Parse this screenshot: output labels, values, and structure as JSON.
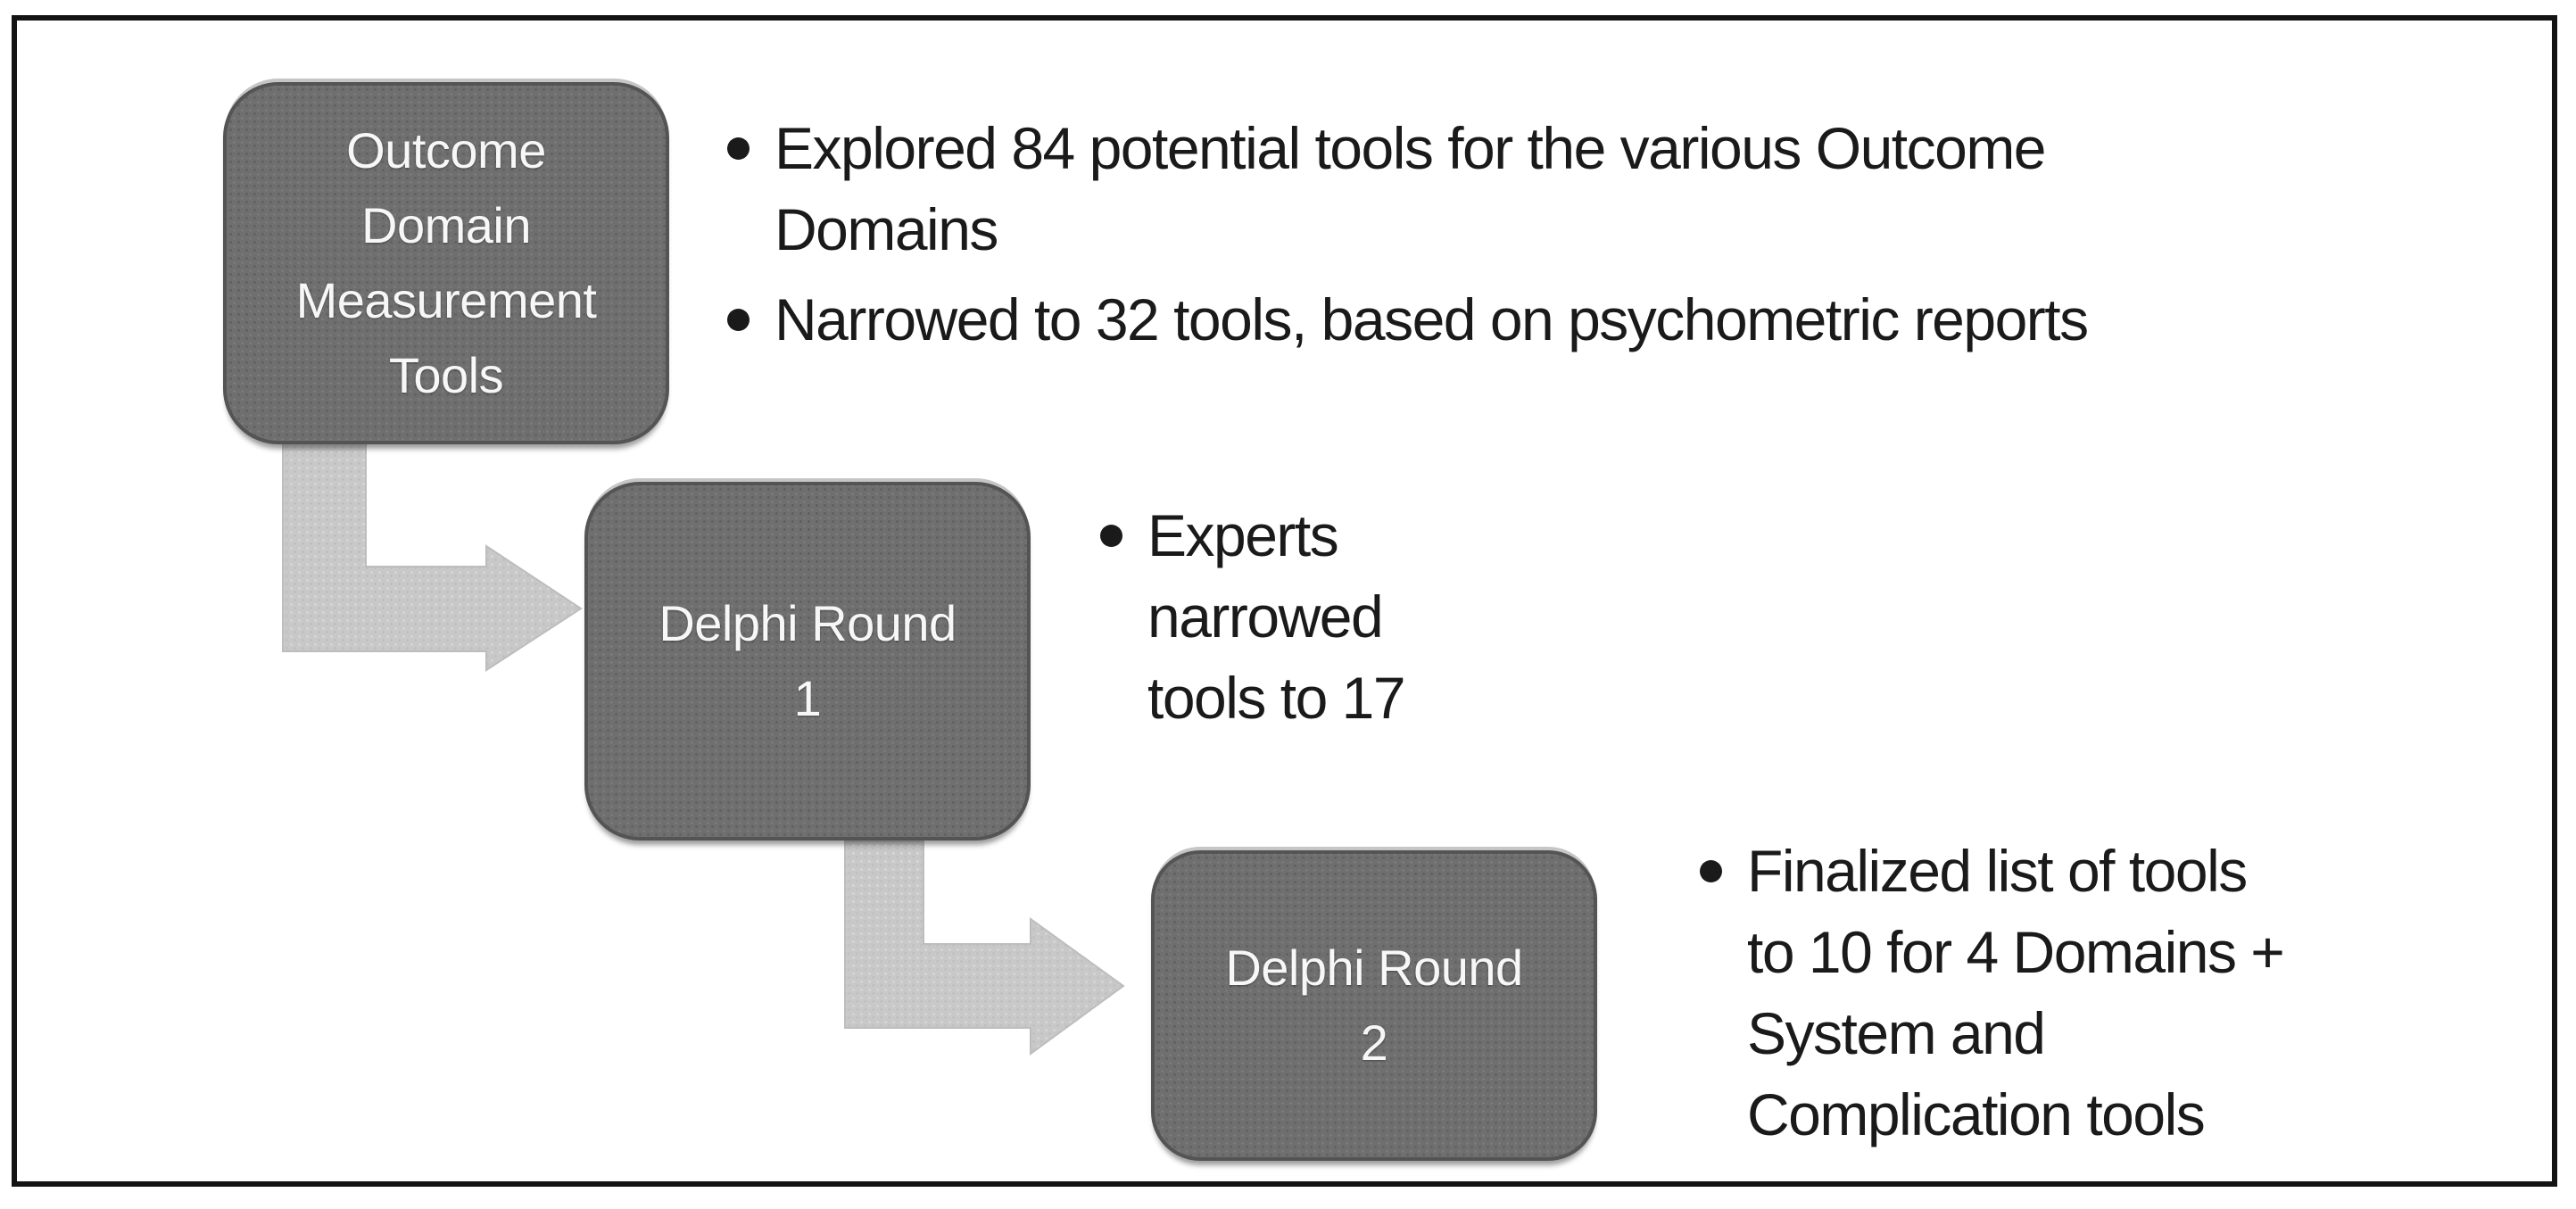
{
  "figure": {
    "type": "process-flow-diagram",
    "steps": [
      {
        "box_label": "Outcome Domain Measurement Tools",
        "box_label_lines": [
          "Outcome",
          "Domain",
          "Measurement",
          "Tools"
        ],
        "bullets": [
          {
            "text": "Explored 84 potential  tools for the various Outcome Domains",
            "lines": [
              "Explored 84 potential  tools for the various Outcome",
              "Domains"
            ]
          },
          {
            "text": "Narrowed to 32 tools, based on psychometric reports",
            "lines": [
              "Narrowed to 32 tools, based on psychometric reports"
            ]
          }
        ]
      },
      {
        "box_label": "Delphi Round 1",
        "box_label_lines": [
          "Delphi Round",
          "1"
        ],
        "bullets": [
          {
            "text": "Experts narrowed tools to 17",
            "lines": [
              "Experts",
              "narrowed",
              "tools to 17"
            ]
          }
        ]
      },
      {
        "box_label": "Delphi Round 2",
        "box_label_lines": [
          "Delphi Round",
          "2"
        ],
        "bullets": [
          {
            "text": "Finalized list of tools to 10 for 4 Domains + System and Complication tools",
            "lines": [
              "Finalized list of tools",
              "to 10 for 4 Domains +",
              "System and",
              "Complication tools"
            ]
          }
        ]
      }
    ],
    "connectors": [
      {
        "from": "Outcome Domain Measurement Tools",
        "to": "Delphi Round 1",
        "shape": "elbow-down-right-arrow"
      },
      {
        "from": "Delphi Round 1",
        "to": "Delphi Round 2",
        "shape": "elbow-down-right-arrow"
      }
    ],
    "colors": {
      "bg": "#ffffff",
      "frame": "#141414",
      "box-fill": "#6f6f6f",
      "box-border": "#545454",
      "box-text": "#f7f7f7",
      "arrow-fill": "#c8c8c8",
      "arrow-edge": "#bdbdbd",
      "text": "#1a1a1a"
    }
  }
}
